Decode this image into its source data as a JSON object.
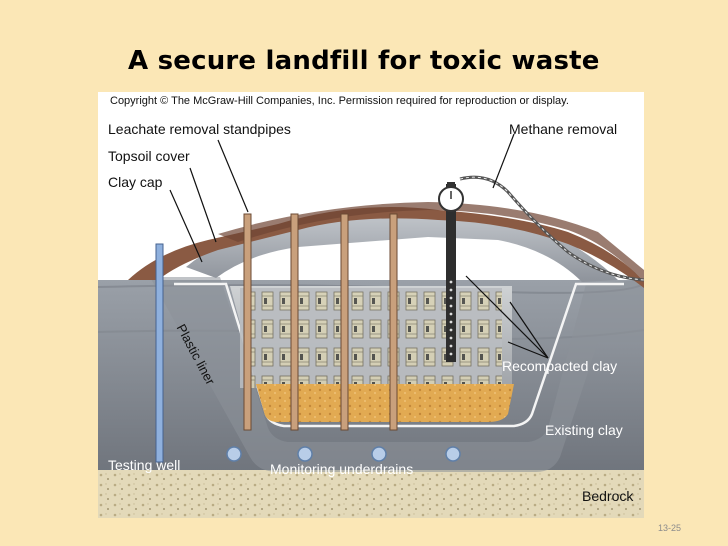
{
  "slide": {
    "title": "A secure landfill for toxic waste",
    "page_number": "13-25"
  },
  "figure": {
    "copyright": "Copyright © The McGraw-Hill Companies, Inc. Permission required for reproduction or display.",
    "labels": {
      "leachate": "Leachate removal standpipes",
      "topsoil": "Topsoil cover",
      "clay_cap": "Clay cap",
      "methane": "Methane removal",
      "plastic_liner": "Plastic liner",
      "recompacted": "Recompacted clay",
      "existing": "Existing clay",
      "testing_well": "Testing well",
      "underdrains": "Monitoring underdrains",
      "bedrock": "Bedrock"
    }
  },
  "colors": {
    "background": "#fbe7b6",
    "topsoil": "#8a5a43",
    "clay": "#8a8f97",
    "gravel": "#e0a850",
    "bedrock": "#e3d9b9"
  }
}
